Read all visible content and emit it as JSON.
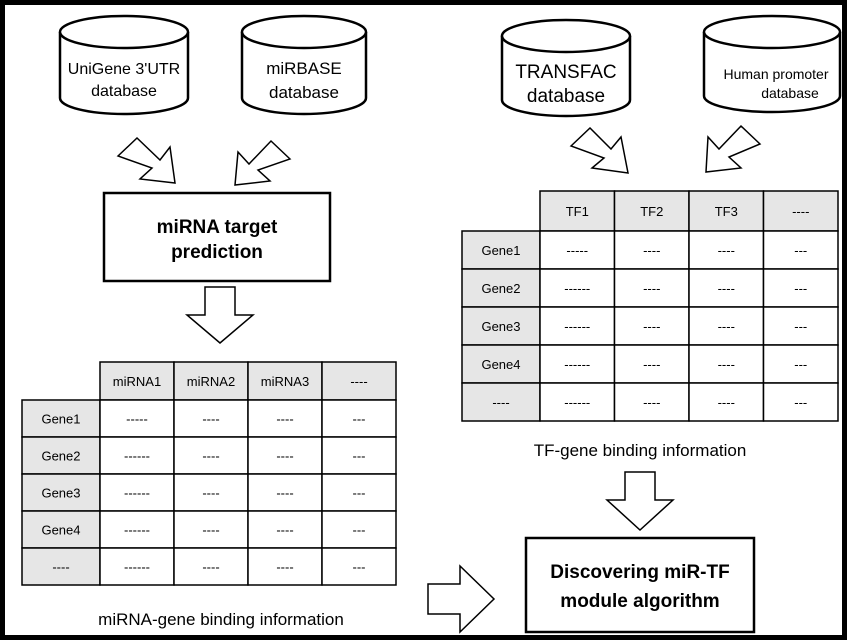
{
  "databases": {
    "unigene": [
      "UniGene 3'UTR",
      "database"
    ],
    "mirbase": [
      "miRBASE",
      "database"
    ],
    "transfac": [
      "TRANSFAC",
      "database"
    ],
    "promoter": [
      "Human promoter",
      "database"
    ]
  },
  "boxes": {
    "prediction": [
      "miRNA target",
      "prediction"
    ],
    "discovering": [
      "Discovering miR-TF",
      "module algorithm"
    ]
  },
  "mirna_table": {
    "caption": "miRNA-gene binding information",
    "columns": [
      "miRNA1",
      "miRNA2",
      "miRNA3",
      "----"
    ],
    "rows": [
      {
        "label": "Gene1",
        "cells": [
          "-----",
          "----",
          "----",
          "---"
        ]
      },
      {
        "label": "Gene2",
        "cells": [
          "------",
          "----",
          "----",
          "---"
        ]
      },
      {
        "label": "Gene3",
        "cells": [
          "------",
          "----",
          "----",
          "---"
        ]
      },
      {
        "label": "Gene4",
        "cells": [
          "------",
          "----",
          "----",
          "---"
        ]
      },
      {
        "label": "----",
        "cells": [
          "------",
          "----",
          "----",
          "---"
        ]
      }
    ]
  },
  "tf_table": {
    "caption": "TF-gene binding information",
    "columns": [
      "TF1",
      "TF2",
      "TF3",
      "----"
    ],
    "rows": [
      {
        "label": "Gene1",
        "cells": [
          "-----",
          "----",
          "----",
          "---"
        ]
      },
      {
        "label": "Gene2",
        "cells": [
          "------",
          "----",
          "----",
          "---"
        ]
      },
      {
        "label": "Gene3",
        "cells": [
          "------",
          "----",
          "----",
          "---"
        ]
      },
      {
        "label": "Gene4",
        "cells": [
          "------",
          "----",
          "----",
          "---"
        ]
      },
      {
        "label": "----",
        "cells": [
          "------",
          "----",
          "----",
          "---"
        ]
      }
    ]
  },
  "colors": {
    "header_fill": "#e6e6e6",
    "stroke": "#000000",
    "arrow_fill": "#ffffff",
    "frame": "#000000"
  }
}
